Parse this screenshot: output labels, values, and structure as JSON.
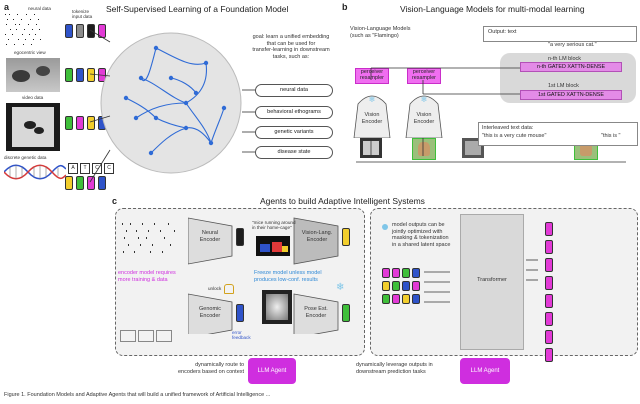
{
  "panel_a": {
    "label": "a",
    "title": "Self-Supervised Learning of a Foundation Model",
    "input_labels": {
      "neural": "neural data",
      "tokenize": "tokenize\ninput data",
      "egocentric": "egocentric view",
      "video": "video data",
      "genetic": "discrete genetic data"
    },
    "dna_letters": [
      "A",
      "T",
      "C",
      "C"
    ],
    "goal_text": "goal: learn a unified embedding\nthat can be used for\ntransfer-learning in downstream\ntasks, such as:",
    "tasks": [
      "neural data",
      "behavioral ethograms",
      "genetic variants",
      "disease state"
    ]
  },
  "panel_b": {
    "label": "b",
    "title": "Vision-Language Models for multi-modal learning",
    "vlm_label": "Vision-Language Models\n(such as \"Flamingo)",
    "resampler": "perceiver\nresampler",
    "vision_encoder": "Vision\nEncoder",
    "output_label": "Output: text",
    "output_text": "\"a very serious cat.\"",
    "nth_block": "n-th LM block",
    "nth_gated": "n-th GATED XATTN-DENSE",
    "first_block": "1st LM block",
    "first_gated": "1st GATED XATTN-DENSE",
    "interleaved_label": "Interleaved text data:",
    "interleaved_text1": "\"this is a very cute mouse\"",
    "interleaved_text2": "\"this is \""
  },
  "panel_c": {
    "label": "c",
    "title": "Agents to build Adaptive Intelligent Systems",
    "neural_encoder": "Neural\nEncoder",
    "mice_caption": "\"mice running around\nin their home-cage\"",
    "vision_lang_encoder": "Vision-Lang.\nEncoder",
    "encoder_note": "encoder model requires\nmore training & data",
    "freeze_note": "Freeze model unless model\nproduces low-conf. results",
    "unlock": "unlock",
    "genomic_encoder": "Genomic\nEncoder",
    "pose_encoder": "Pose Est.\nEncoder",
    "error_feedback": "error\nfeedback",
    "outputs_note": "model outputs can be\njointly optimized with\nmasking & tokenization\nin a shared latent space",
    "transformer": "Transformer",
    "route_left": "dynamically route to\nencoders based on context",
    "agent_left": "LLM Agent",
    "route_right": "dynamically leverage outputs in\ndownstream prediction tasks",
    "agent_right": "LLM Agent"
  },
  "caption_fragment": "Figure 1. Foundation Models and Adaptive Agents that will build a unified framework of Artificial Intelligence ..."
}
